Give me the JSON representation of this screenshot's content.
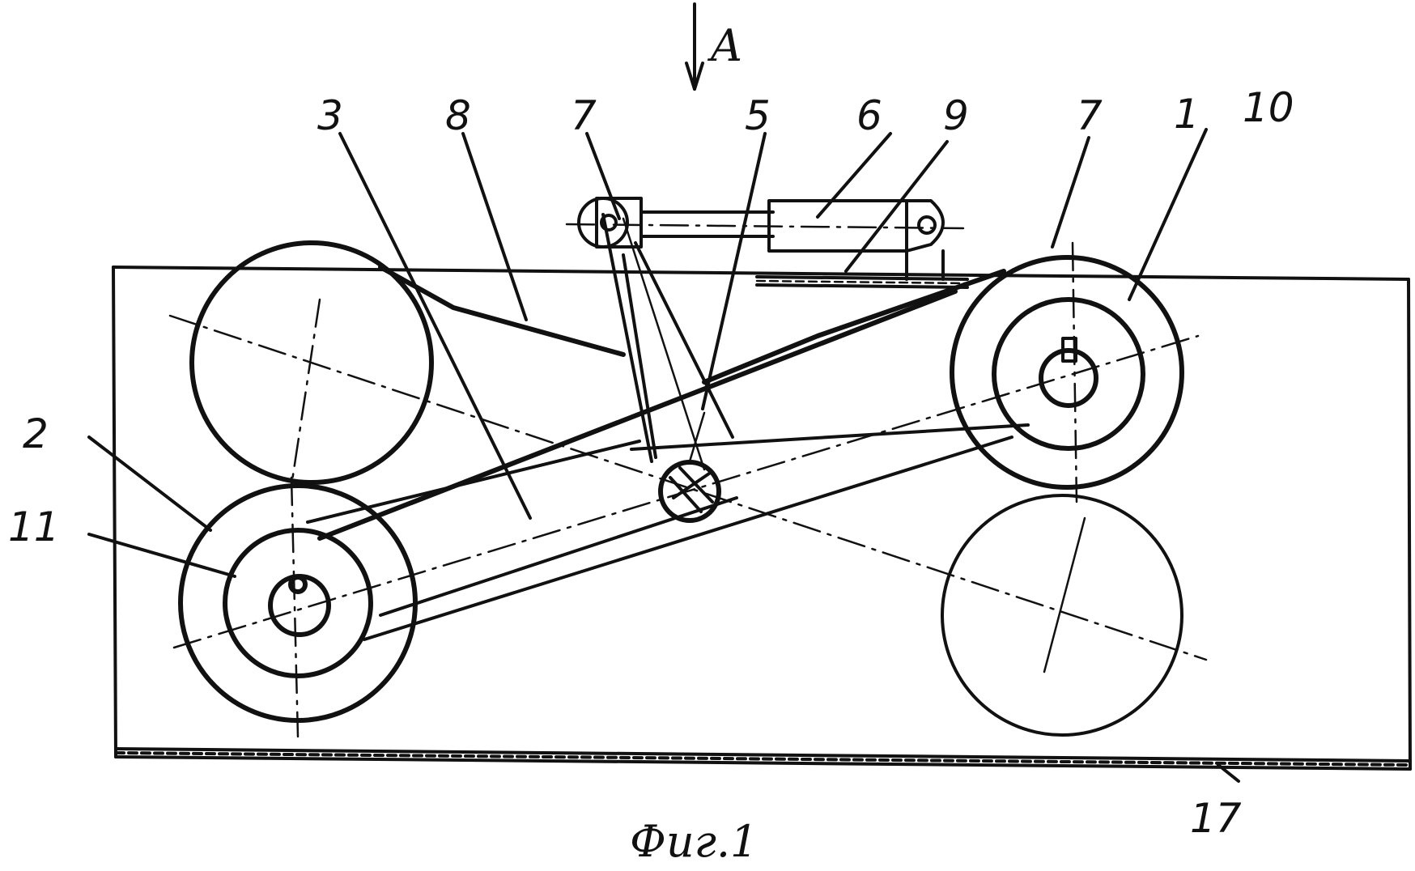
{
  "figure": {
    "caption": "Фиг.1",
    "view_marker": "A",
    "labels": {
      "l1": "1",
      "l2": "2",
      "l3": "3",
      "l5": "5",
      "l6": "6",
      "l7a": "7",
      "l7b": "7",
      "l8": "8",
      "l9": "9",
      "l10": "10",
      "l11": "11",
      "l17": "17"
    }
  }
}
